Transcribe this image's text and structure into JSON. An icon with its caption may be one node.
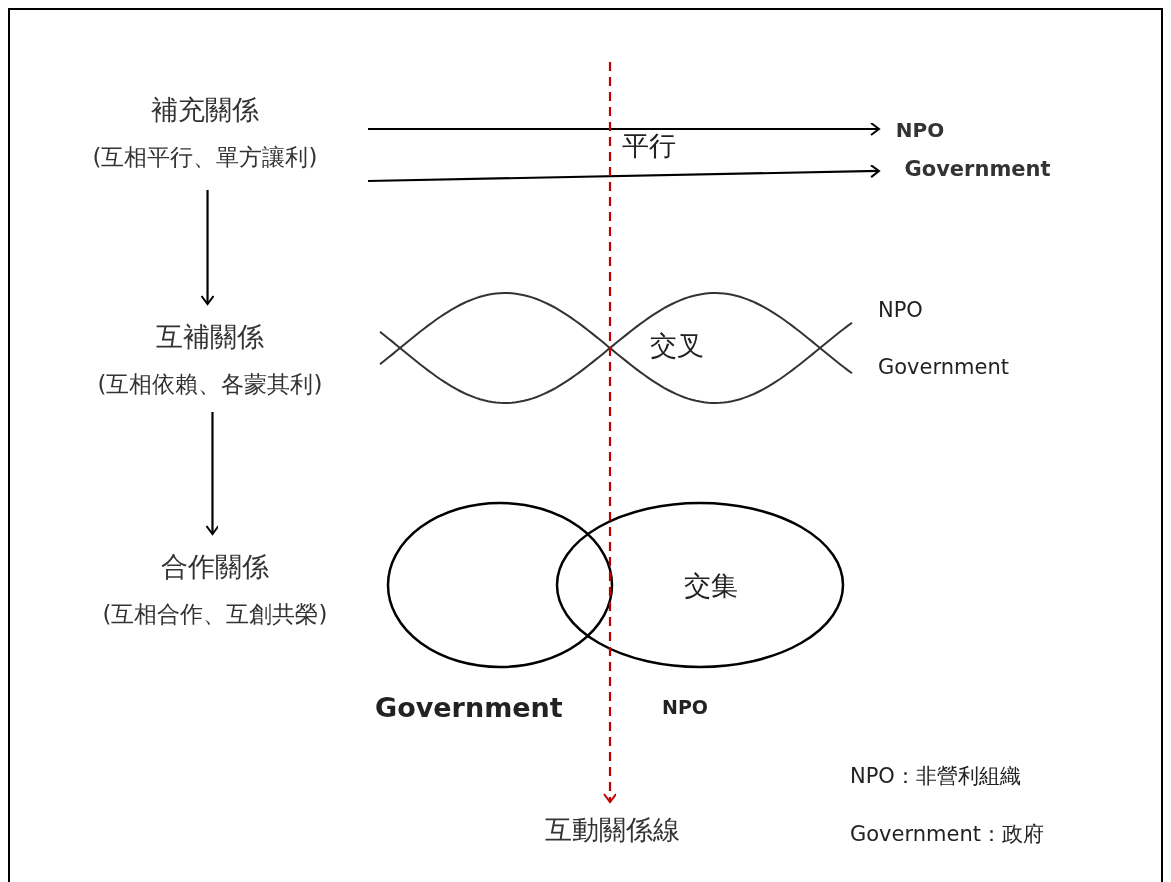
{
  "diagram": {
    "nodes": [
      {
        "text": [
          "補充關係",
          "(互相平行、單方讓利)"
        ]
      },
      {
        "text": [
          "NPO"
        ]
      },
      {
        "text": [
          "Government"
        ]
      },
      {
        "text": [
          "互補關係",
          "(互相依賴、各蒙其利)"
        ]
      },
      {
        "text": [
          "合作關係",
          "(互相合作、互創共榮)"
        ]
      },
      {
        "text": [
          "互動關係線"
        ]
      }
    ],
    "edges": [
      {
        "from": 0,
        "to": 3,
        "arrow": "to"
      },
      {
        "from": 3,
        "to": 4,
        "arrow": "to"
      },
      {
        "from": null,
        "to": 1,
        "arrow": "to"
      },
      {
        "from": null,
        "to": 2,
        "arrow": "to"
      },
      {
        "from": null,
        "to": 5,
        "arrow": "to",
        "style": "dashed",
        "color": "#c00000"
      }
    ],
    "labels": [
      "平行",
      "NPO",
      "交叉",
      "Government",
      "交集",
      "Government",
      "NPO",
      "NPO：非營利組織",
      "Government：政府"
    ]
  }
}
